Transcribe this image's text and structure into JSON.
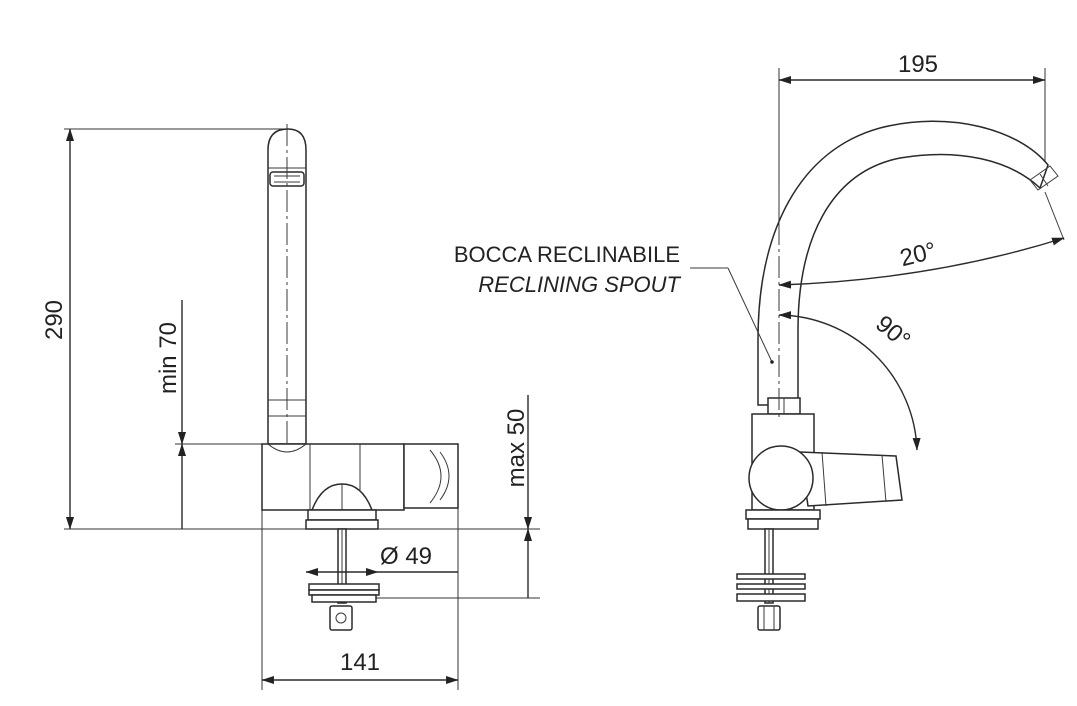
{
  "front_view": {
    "height_total": "290",
    "min_clearance": "min 70",
    "max_thickness": "max 50",
    "hole_diameter": "Ø 49",
    "width": "141"
  },
  "side_view": {
    "reach": "195",
    "spout_angle": "20°",
    "handle_angle": "90°",
    "callout_it": "BOCCA RECLINABILE",
    "callout_en": "RECLINING SPOUT"
  }
}
